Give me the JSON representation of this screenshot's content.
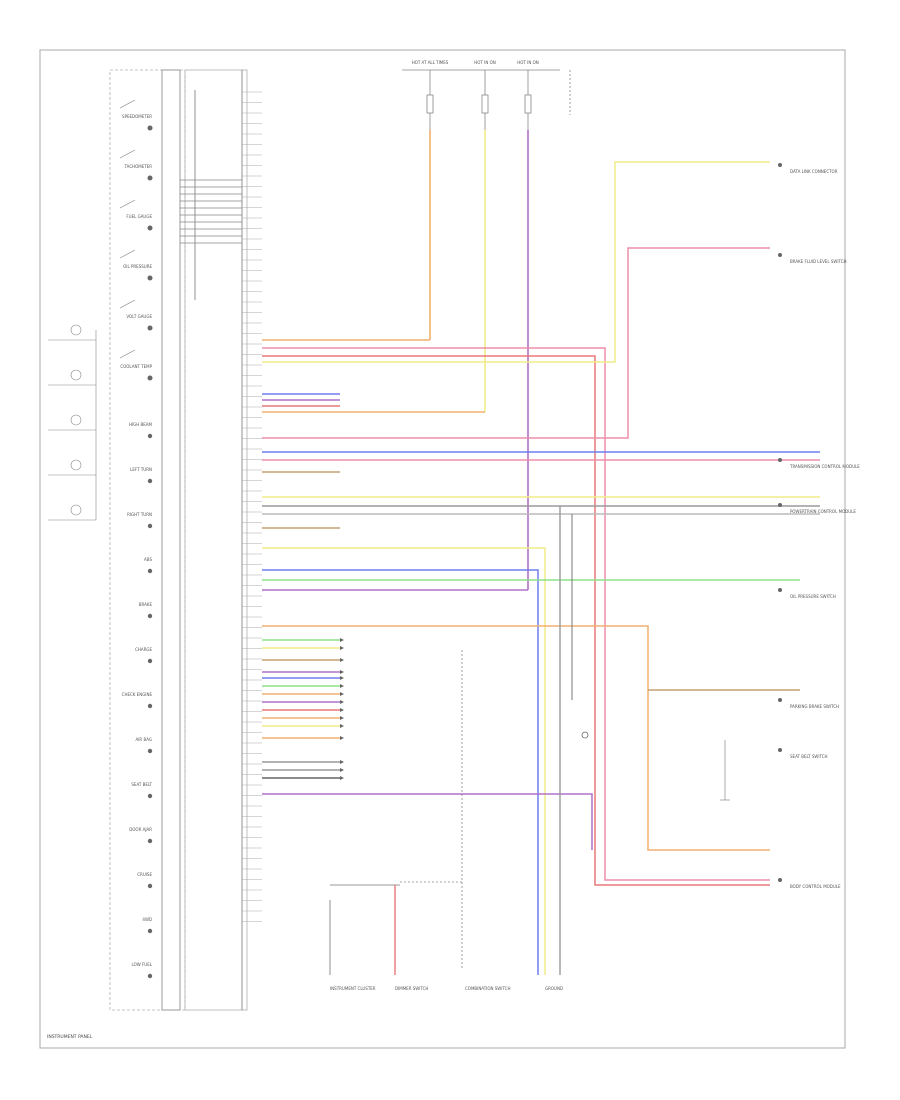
{
  "diagram": {
    "title": "",
    "footer_label": "INSTRUMENT PANEL",
    "footer_code": "",
    "colors": {
      "frame": "#999999",
      "component": "#888888",
      "pink": "#ee8ea8",
      "red": "#e87878",
      "orange": "#f0b070",
      "yellow": "#f0ec88",
      "purple": "#b070c8",
      "blue": "#6f7df0",
      "green": "#8ee088",
      "grey": "#9a9a9a",
      "brown": "#c4a070",
      "dark": "#666666"
    },
    "top_fuses": [
      {
        "id": "fuse-1",
        "label": "HOT AT ALL TIMES"
      },
      {
        "id": "fuse-2",
        "label": "HOT IN ON"
      },
      {
        "id": "fuse-3",
        "label": "HOT IN ON"
      }
    ],
    "gauges_left": [
      "SPEEDOMETER",
      "TACHOMETER",
      "FUEL GAUGE",
      "OIL PRESSURE",
      "VOLT GAUGE",
      "COOLANT TEMP"
    ],
    "indicators_left": [
      "HIGH BEAM",
      "LEFT TURN",
      "RIGHT TURN",
      "ABS",
      "BRAKE",
      "CHARGE",
      "CHECK ENGINE",
      "AIR BAG",
      "SEAT BELT",
      "DOOR AJAR",
      "CRUISE",
      "4WD",
      "LOW FUEL"
    ],
    "right_components": [
      "DATA LINK CONNECTOR",
      "BRAKE FLUID LEVEL SWITCH",
      "TRANSMISSION CONTROL MODULE",
      "POWERTRAIN CONTROL MODULE",
      "OIL PRESSURE SWITCH",
      "PARKING BRAKE SWITCH",
      "SEAT BELT SWITCH",
      "BODY CONTROL MODULE"
    ],
    "bottom_components": [
      "INSTRUMENT CLUSTER",
      "DIMMER SWITCH",
      "COMBINATION SWITCH",
      "GROUND"
    ]
  }
}
